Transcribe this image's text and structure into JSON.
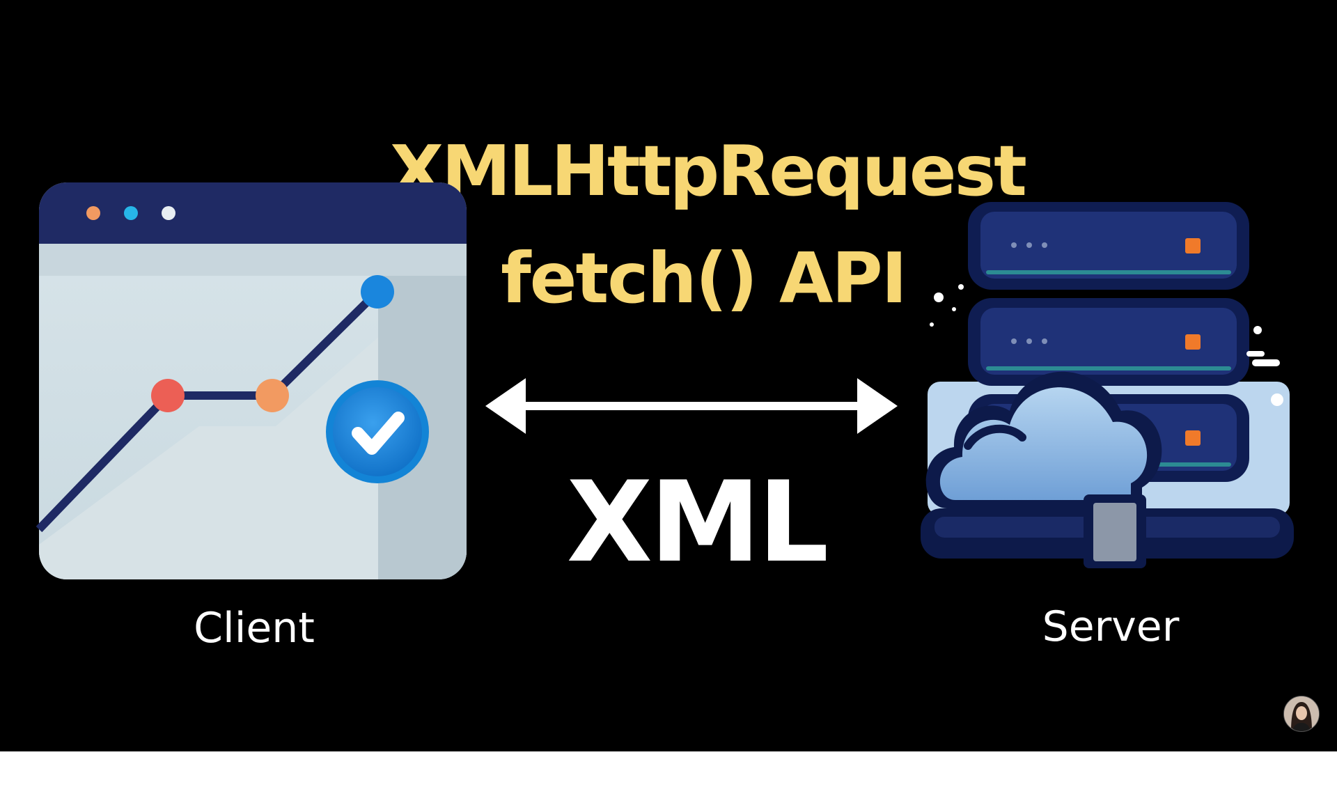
{
  "title": "XMLHttpRequest",
  "subtitle": "fetch() API",
  "format": "XML",
  "client": {
    "label": "Client",
    "icon": "browser-chart-icon"
  },
  "server": {
    "label": "Server",
    "icon": "server-cloud-icon"
  },
  "connector": {
    "icon": "double-arrow-icon"
  },
  "colors": {
    "title": "#f7d774",
    "text": "#ffffff",
    "background": "#000000",
    "window_header": "#1f2a64",
    "server_body": "#1b2a66"
  }
}
